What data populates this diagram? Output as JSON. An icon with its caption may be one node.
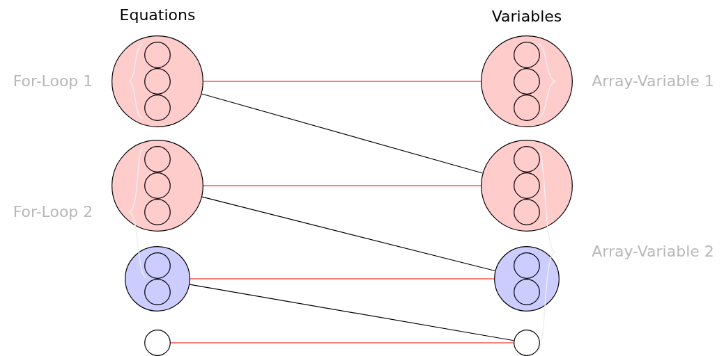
{
  "diagram": {
    "nodes": [
      {
        "text": [],
        "shape": "circle"
      },
      {
        "text": [],
        "shape": "circle",
        "in": 0
      },
      {
        "text": [],
        "shape": "circle",
        "in": 0
      },
      {
        "text": [],
        "shape": "circle",
        "in": 0
      },
      {
        "text": [],
        "shape": "circle"
      },
      {
        "text": [],
        "shape": "circle",
        "in": 4
      },
      {
        "text": [],
        "shape": "circle",
        "in": 4
      },
      {
        "text": [],
        "shape": "circle",
        "in": 4
      },
      {
        "text": [],
        "shape": "circle"
      },
      {
        "text": [],
        "shape": "circle",
        "in": 8
      },
      {
        "text": [],
        "shape": "circle",
        "in": 8
      },
      {
        "text": [],
        "shape": "circle",
        "in": 8
      },
      {
        "text": [],
        "shape": "circle"
      },
      {
        "text": [],
        "shape": "circle",
        "in": 12
      },
      {
        "text": [],
        "shape": "circle",
        "in": 12
      },
      {
        "text": [],
        "shape": "circle",
        "in": 12
      },
      {
        "text": [],
        "shape": "circle"
      },
      {
        "text": [],
        "shape": "circle",
        "in": 16
      },
      {
        "text": [],
        "shape": "circle",
        "in": 16
      },
      {
        "text": [],
        "shape": "circle"
      },
      {
        "text": [],
        "shape": "circle",
        "in": 19
      },
      {
        "text": [],
        "shape": "circle",
        "in": 19
      },
      {
        "text": [],
        "shape": "circle"
      },
      {
        "text": [],
        "shape": "circle"
      }
    ],
    "edges": [
      {
        "from": 0,
        "to": 4,
        "arrow": "none"
      },
      {
        "from": 0,
        "to": 12,
        "arrow": "none",
        "color": "#000000"
      },
      {
        "from": 8,
        "to": 12,
        "arrow": "none"
      },
      {
        "from": 8,
        "to": 19,
        "arrow": "none",
        "color": "#000000"
      },
      {
        "from": 16,
        "to": 19,
        "arrow": "none"
      },
      {
        "from": 16,
        "to": 23,
        "arrow": "none",
        "color": "#000000"
      },
      {
        "from": 22,
        "to": 23,
        "arrow": "none"
      }
    ],
    "labels": [
      "Equations",
      "Variables",
      "For-Loop 1",
      "Array-Variable 1",
      "For-Loop 2",
      "Array-Variable 2"
    ]
  }
}
